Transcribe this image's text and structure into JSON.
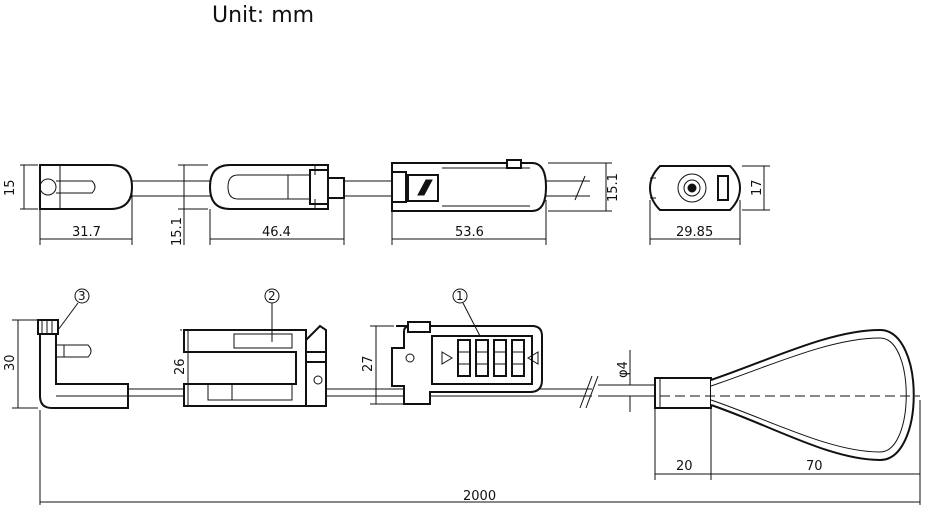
{
  "header": {
    "unit_label": "Unit:  mm"
  },
  "top_view_dims": {
    "part3_height": "15",
    "part3_width": "31.7",
    "part2_height": "15.1",
    "part2_width": "46.4",
    "part1_width": "53.6",
    "part1_height": "15.1",
    "end_width": "29.85",
    "end_height": "17"
  },
  "side_view_dims": {
    "part3_height": "30",
    "part2_height": "26",
    "part1_height": "27",
    "cable_diameter": "φ4",
    "sleeve_length": "20",
    "loop_length": "70",
    "total_length": "2000"
  },
  "callouts": {
    "c1": "1",
    "c2": "2",
    "c3": "3"
  }
}
